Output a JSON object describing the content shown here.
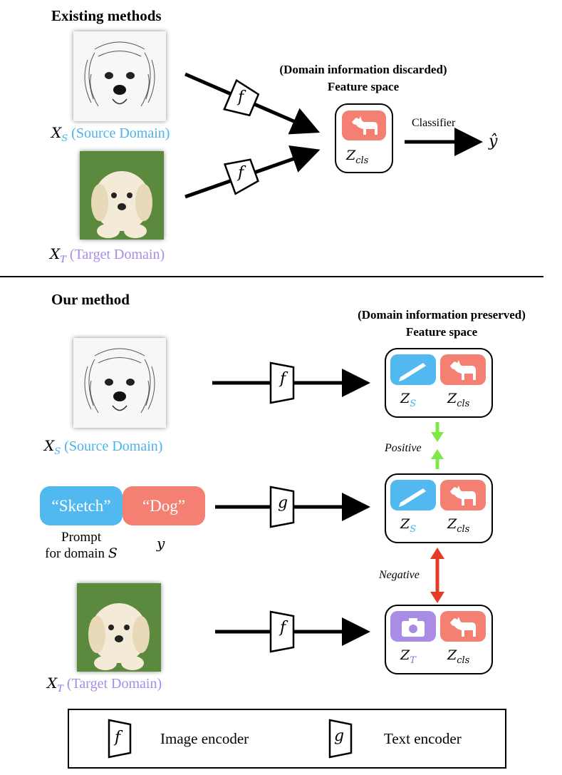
{
  "sections": {
    "existing_title": "Existing methods",
    "ours_title": "Our method"
  },
  "existing": {
    "source_var": "X",
    "source_sub": "S",
    "source_label": "(Source Domain)",
    "target_var": "X",
    "target_sub": "T",
    "target_label": "(Target Domain)",
    "encoder_symbol": "f",
    "feature_caption_1": "(Domain information discarded)",
    "feature_caption_2": "Feature space",
    "feature_var": "Z",
    "feature_sub": "cls",
    "classifier_label": "Classifier",
    "output": "ŷ"
  },
  "ours": {
    "feature_caption_1": "(Domain information preserved)",
    "feature_caption_2": "Feature space",
    "source_var": "X",
    "source_sub": "S",
    "source_label": "(Source Domain)",
    "target_var": "X",
    "target_sub": "T",
    "target_label": "(Target Domain)",
    "prompt_domain_text": "“Sketch”",
    "prompt_class_text": "“Dog”",
    "prompt_caption_1": "Prompt",
    "prompt_caption_2": "for domain",
    "prompt_caption_symbol": "S",
    "class_symbol": "y",
    "image_encoder_symbol": "f",
    "text_encoder_symbol": "g",
    "z": "Z",
    "sub_s": "S",
    "sub_t": "T",
    "sub_cls": "cls",
    "positive_label": "Positive",
    "negative_label": "Negative"
  },
  "legend": {
    "image_symbol": "f",
    "image_label": "Image encoder",
    "text_symbol": "g",
    "text_label": "Text encoder"
  },
  "colors": {
    "source_blue": "#4ab3ea",
    "target_purple": "#a98ce6",
    "class_salmon": "#f47f73",
    "positive_green": "#7ee84a",
    "negative_red": "#e53a25"
  },
  "icons": {
    "class_tile": "dog-icon",
    "source_domain_tile": "pen-icon",
    "target_domain_tile": "camera-icon"
  }
}
